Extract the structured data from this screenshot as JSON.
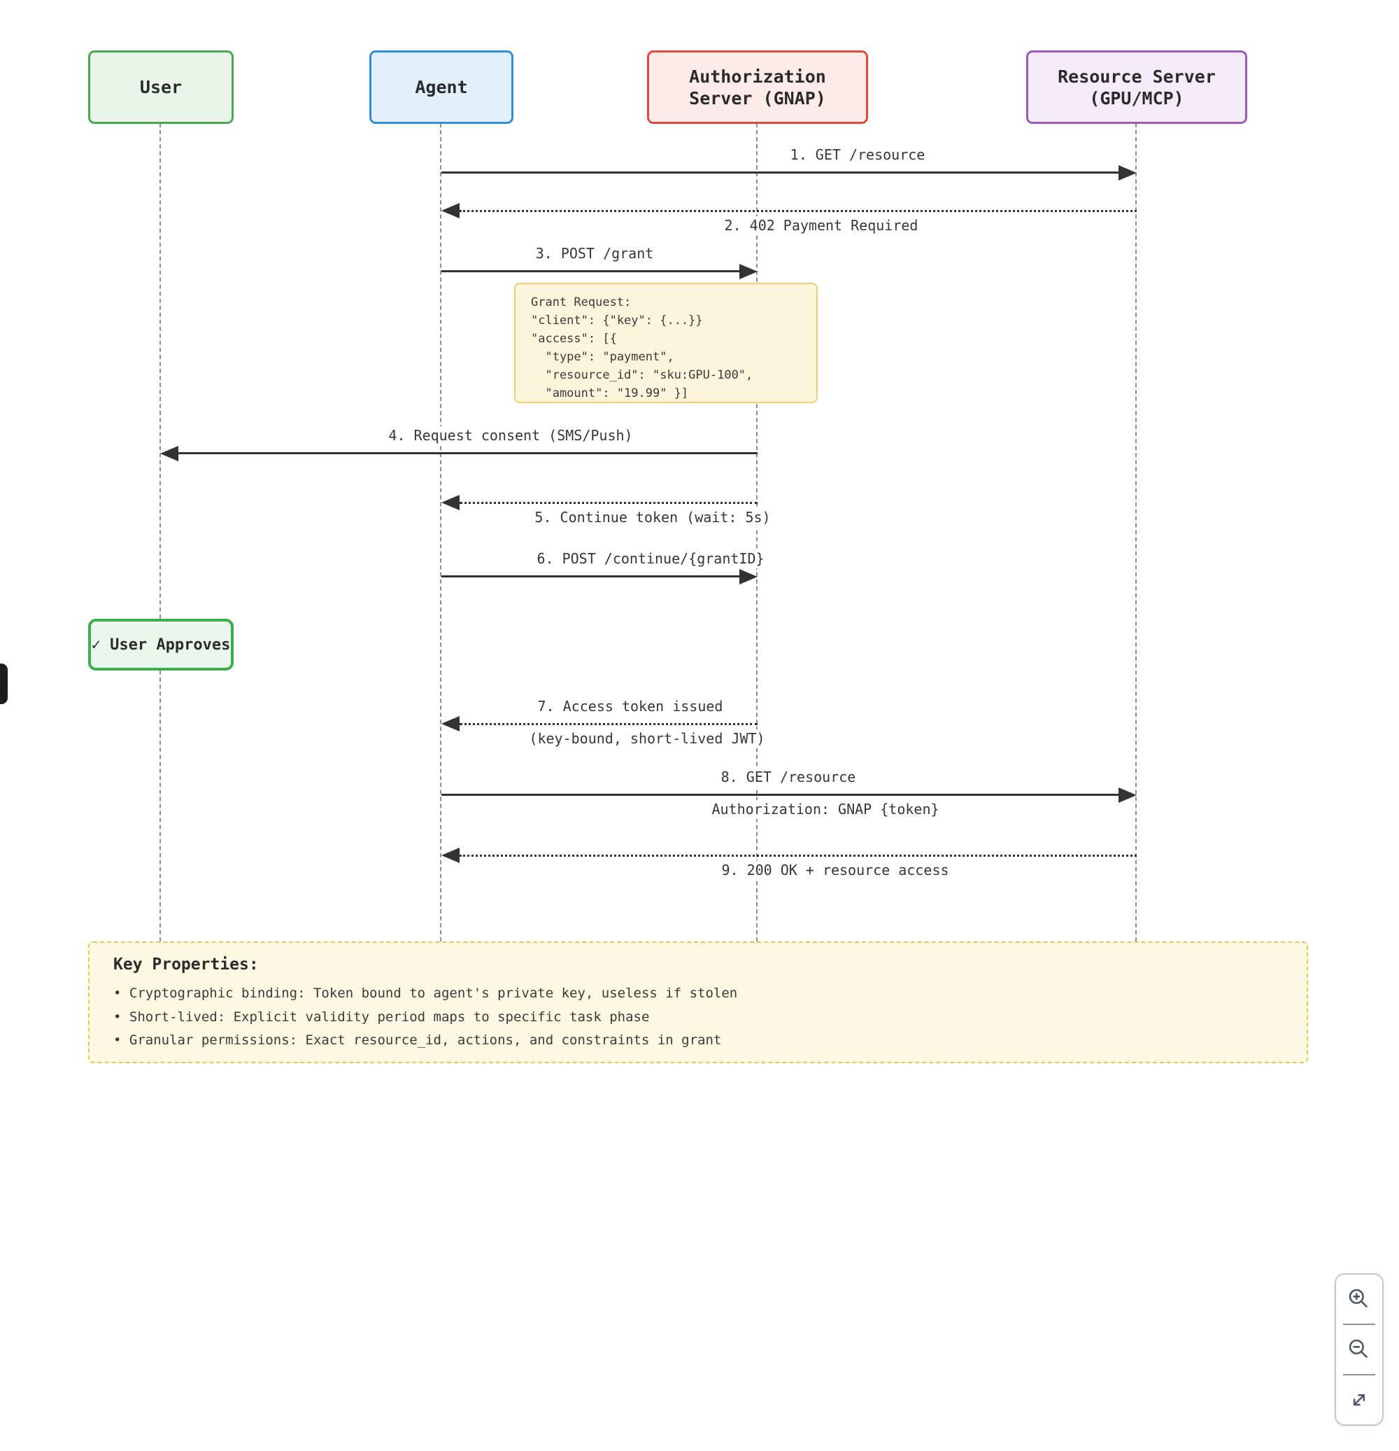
{
  "page": {
    "background": "#ffffff"
  },
  "diagram": {
    "actors": [
      {
        "id": "user",
        "label": "User",
        "fill": "#e9f5e9",
        "border": "#4aa851"
      },
      {
        "id": "agent",
        "label": "Agent",
        "fill": "#e3f0fb",
        "border": "#2f8fdd"
      },
      {
        "id": "auth-server",
        "label": "Authorization\nServer (GNAP)",
        "fill": "#fdeaea",
        "border": "#e5493a"
      },
      {
        "id": "resource-server",
        "label": "Resource Server\n(GPU/MCP)",
        "fill": "#f5ecfa",
        "border": "#9c59b8"
      }
    ],
    "messages": [
      {
        "num": 1,
        "label": "1. GET /resource",
        "from": "agent",
        "to": "resource-server",
        "style": "solid"
      },
      {
        "num": 2,
        "label": "2. 402 Payment Required",
        "from": "resource-server",
        "to": "agent",
        "style": "dotted"
      },
      {
        "num": 3,
        "label": "3. POST /grant",
        "from": "agent",
        "to": "auth-server",
        "style": "solid"
      },
      {
        "num": 4,
        "label": "4. Request consent (SMS/Push)",
        "from": "auth-server",
        "to": "user",
        "style": "solid"
      },
      {
        "num": 5,
        "label": "5. Continue token (wait: 5s)",
        "from": "auth-server",
        "to": "agent",
        "style": "dotted"
      },
      {
        "num": 6,
        "label": "6. POST /continue/{grantID}",
        "from": "agent",
        "to": "auth-server",
        "style": "solid"
      },
      {
        "num": 7,
        "label": "7. Access token issued",
        "sublabel": "(key-bound, short-lived JWT)",
        "from": "auth-server",
        "to": "agent",
        "style": "dotted"
      },
      {
        "num": 8,
        "label": "8. GET /resource",
        "sublabel": "Authorization: GNAP {token}",
        "from": "agent",
        "to": "resource-server",
        "style": "solid"
      },
      {
        "num": 9,
        "label": "9. 200 OK + resource access",
        "from": "resource-server",
        "to": "agent",
        "style": "dotted"
      }
    ],
    "grant_note": {
      "fill": "#fcf5dc",
      "border": "#f0ce72",
      "lines": [
        "Grant Request:",
        "\"client\": {\"key\": {...}}",
        "\"access\": [{",
        "  \"type\": \"payment\",",
        "  \"resource_id\": \"sku:GPU-100\",",
        "  \"amount\": \"19.99\" }]"
      ]
    },
    "approval_note": {
      "label": "✓ User Approves",
      "fill": "#eaf6ec",
      "border": "#3cae4c"
    },
    "key_properties": {
      "title": "Key Properties:",
      "fill": "#fdf8e2",
      "border": "#e8c84d",
      "bullets": [
        "• Cryptographic binding: Token bound to agent's private key, useless if stolen",
        "• Short-lived: Explicit validity period maps to specific task phase",
        "• Granular permissions: Exact resource_id, actions, and constraints in grant"
      ]
    }
  },
  "controls": {
    "zoom_in_icon": "magnifier-plus",
    "zoom_out_icon": "magnifier-minus",
    "fullscreen_icon": "expand-diagonal-arrows",
    "icon_color": "#4b5565"
  }
}
